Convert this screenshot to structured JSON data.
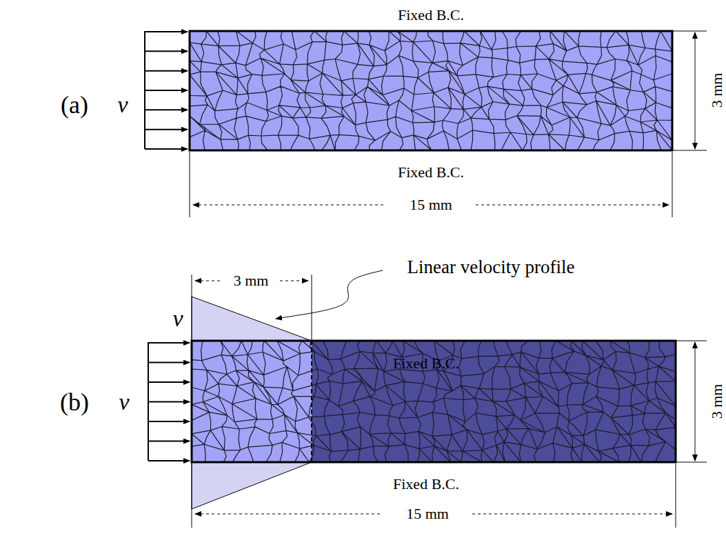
{
  "diagram": {
    "labels": [
      "Fixed B.C.",
      "(a)",
      "v",
      "3 mm",
      "Fixed B.C.",
      "15 mm",
      "(b)",
      "3 mm",
      "Linear velocity profile",
      "v",
      "Fixed B.C.",
      "v",
      "3 mm",
      "Fixed B.C.",
      "15 mm"
    ]
  }
}
